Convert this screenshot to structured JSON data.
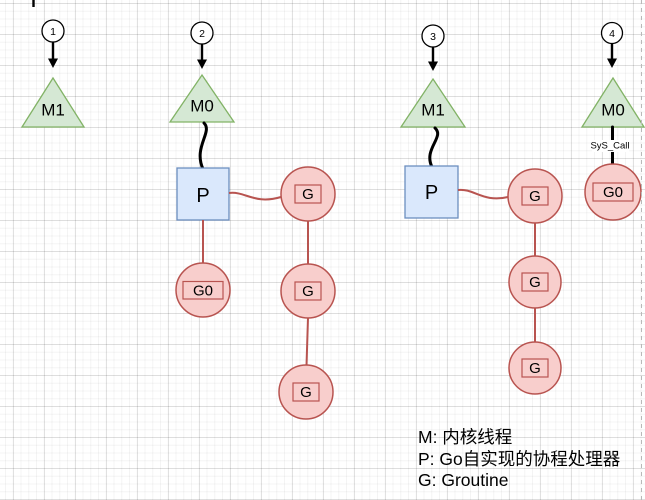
{
  "columns": [
    {
      "step": "1",
      "machine": "M1"
    },
    {
      "step": "2",
      "machine": "M0",
      "processor": "P",
      "g0": "G0",
      "goroutines": [
        "G",
        "G",
        "G"
      ]
    },
    {
      "step": "3",
      "machine": "M1",
      "processor": "P",
      "goroutines": [
        "G",
        "G",
        "G"
      ]
    },
    {
      "step": "4",
      "machine": "M0",
      "syscall": "SyS_Call",
      "g0": "G0"
    }
  ],
  "legend": {
    "line1": "M: 内核线程",
    "line2": "P: Go自实现的协程处理器",
    "line3": "G: Groutine"
  },
  "colors": {
    "machine_fill": "#d5e8d4",
    "machine_stroke": "#82b366",
    "processor_fill": "#dae8fc",
    "processor_stroke": "#6c8ebf",
    "goroutine_fill": "#f8cecc",
    "goroutine_stroke": "#b85450",
    "connector_red": "#b85450",
    "connector_black": "#000000",
    "page_break": "#b9b9b9"
  }
}
